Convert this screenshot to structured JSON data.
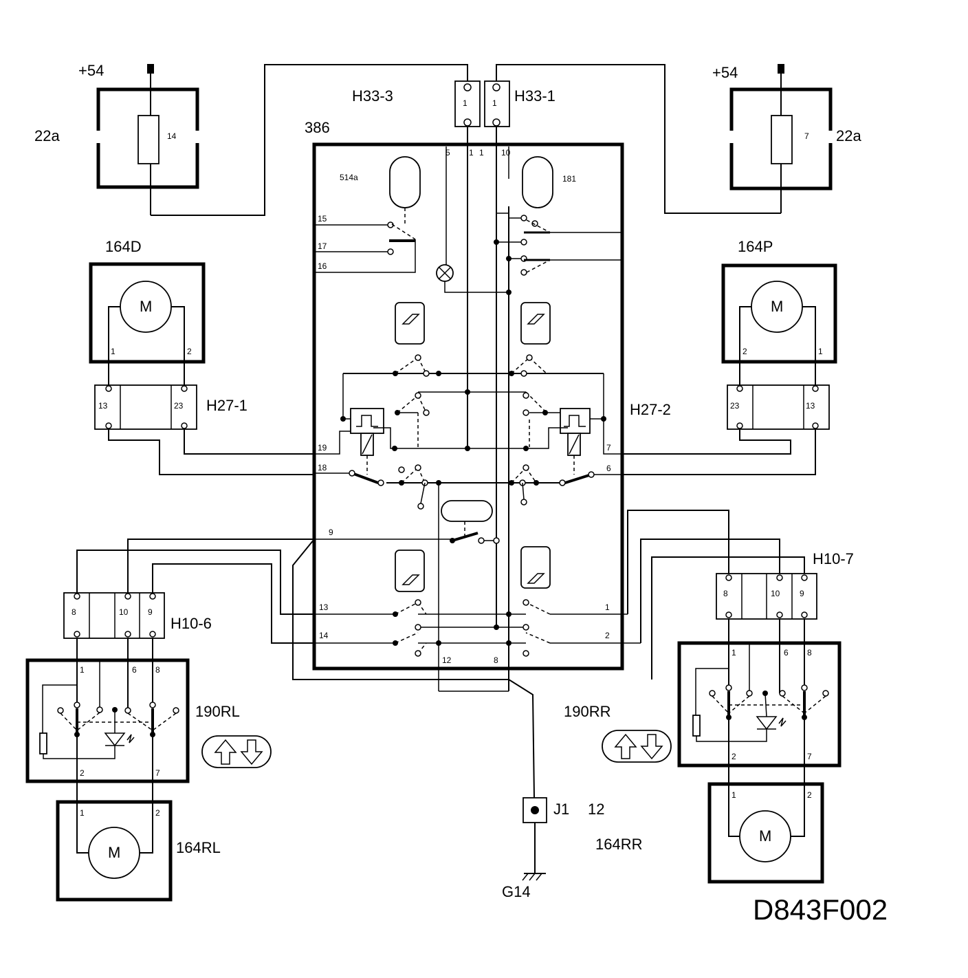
{
  "diagram_code": "D843F002",
  "supply": {
    "left": "+54",
    "right": "+54"
  },
  "fuse_boxes": {
    "left": "22a",
    "right": "22a",
    "left_fuse": "14",
    "right_fuse": "7"
  },
  "connectors": {
    "h33_3": "H33-3",
    "h33_1": "H33-1",
    "h33_pin": "1",
    "h27_1": "H27-1",
    "h27_2": "H27-2",
    "h10_6": "H10-6",
    "h10_7": "H10-7",
    "h27_pins": [
      "13",
      "23"
    ],
    "h10_pins": [
      "8",
      "10",
      "9"
    ]
  },
  "module": {
    "id": "386",
    "left_lamp": "514a",
    "right_lamp": "181",
    "pins": {
      "p5": "5",
      "p1a": "1",
      "p1b": "1",
      "p10": "10",
      "p15": "15",
      "p17": "17",
      "p16": "16",
      "p19": "19",
      "p18": "18",
      "p7": "7",
      "p6": "6",
      "p9": "9",
      "p13": "13",
      "p14": "14",
      "p1": "1",
      "p2": "2",
      "p12": "12",
      "p8": "8"
    }
  },
  "motors": {
    "front_left": "164D",
    "front_right": "164P",
    "rear_left": "164RL",
    "rear_right": "164RR",
    "symbol": "M"
  },
  "switches": {
    "rear_left": "190RL",
    "rear_right": "190RR"
  },
  "motor_pins": {
    "one": "1",
    "two": "2"
  },
  "switch_pins": {
    "one": "1",
    "six": "6",
    "eight": "8",
    "two": "2",
    "seven": "7"
  },
  "ground": {
    "junction": "J1",
    "junction_num": "12",
    "ground": "G14"
  }
}
